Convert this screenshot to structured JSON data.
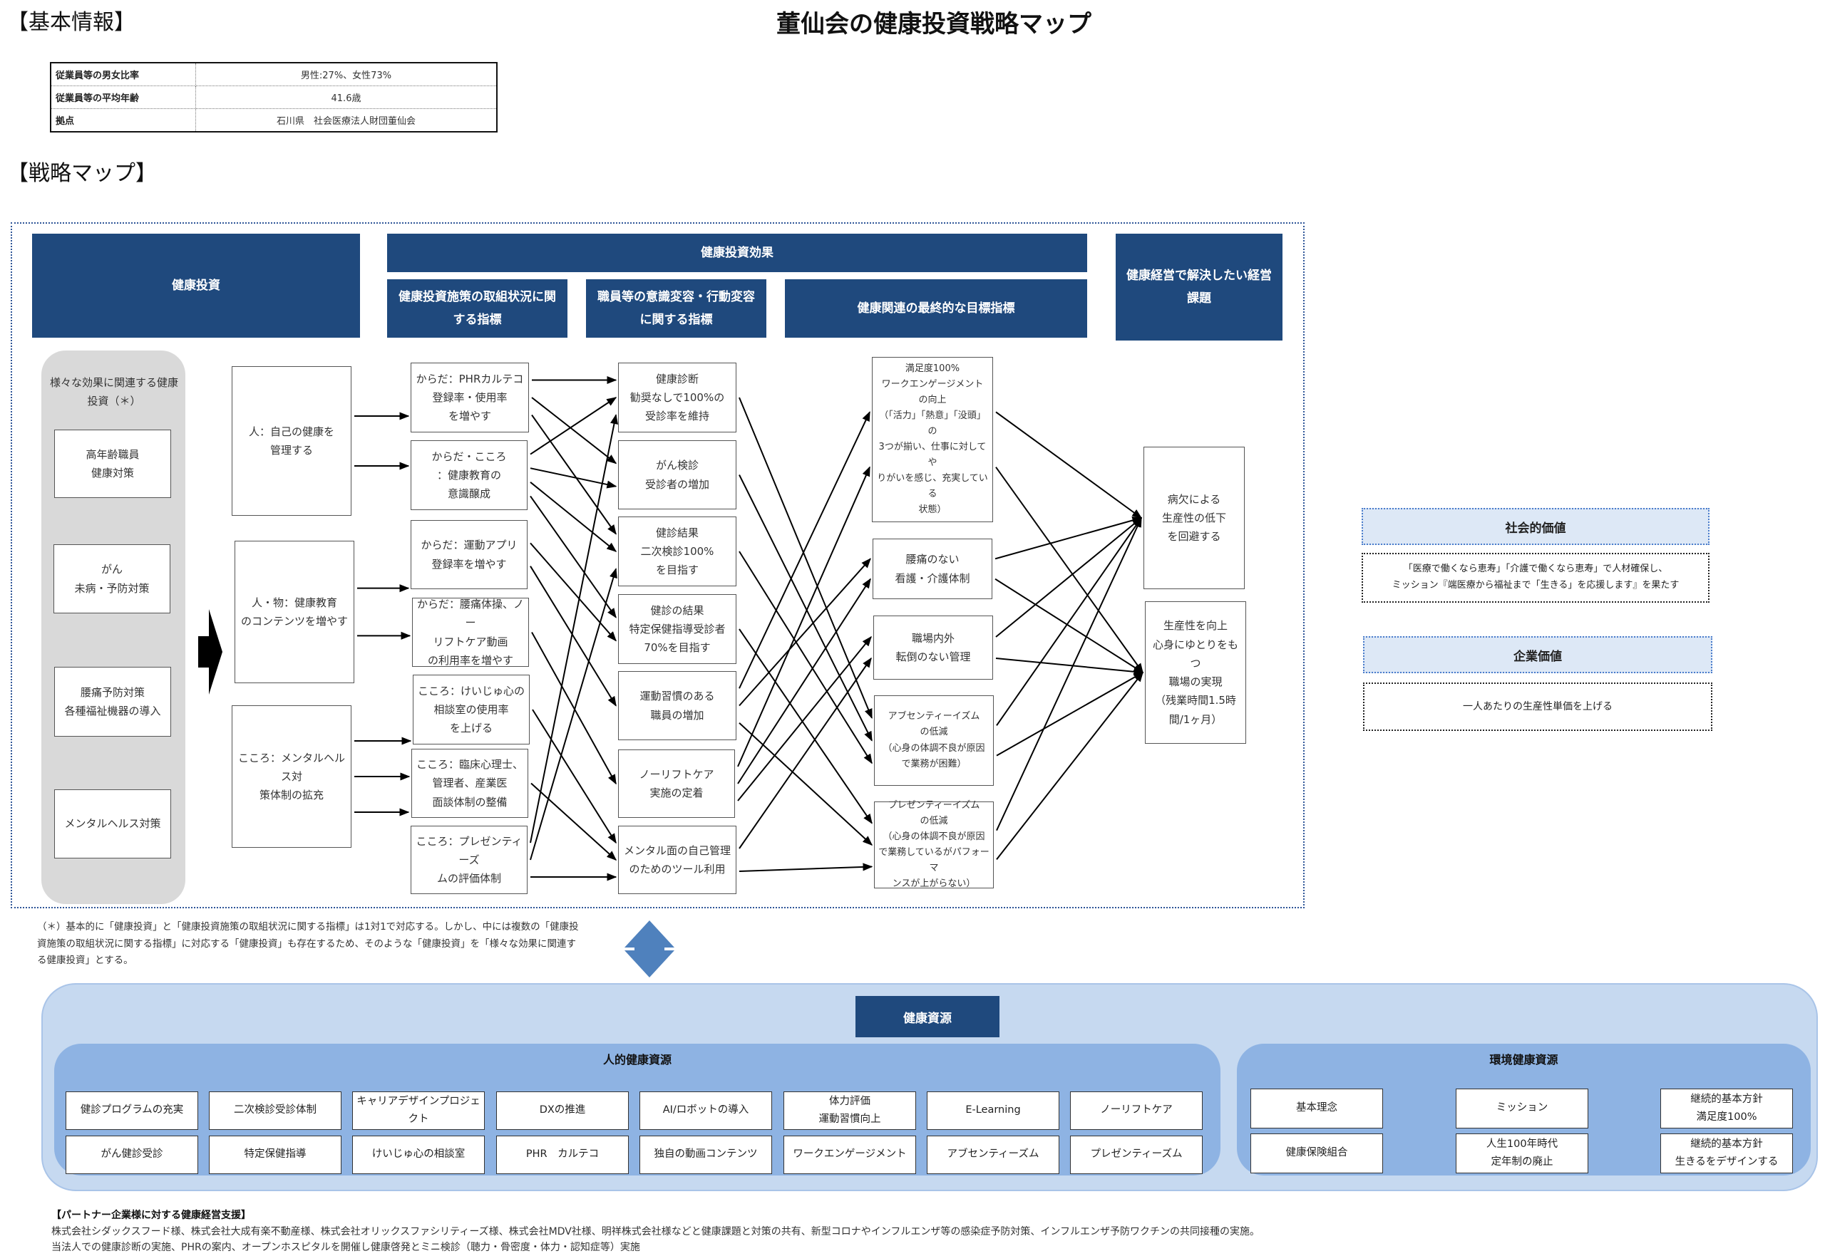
{
  "page": {
    "title": "董仙会の健康投資戦略マップ",
    "section_basic": "【基本情報】",
    "section_map": "【戦略マップ】"
  },
  "basic_info": {
    "rows": [
      {
        "label": "従業員等の男女比率",
        "value": "男性:27%、女性73%"
      },
      {
        "label": "従業員等の平均年齢",
        "value": "41.6歳"
      },
      {
        "label": "拠点",
        "value": "石川県　社会医療法人財団董仙会"
      }
    ]
  },
  "headers": {
    "investment": "健康投資",
    "effect": "健康投資効果",
    "measure_indicators": "健康投資施策の取組状況に関する指標",
    "behavior_indicators": "職員等の意識変容・行動変容に関する指標",
    "final_indicators": "健康関連の最終的な目標指標",
    "management_issues": "健康経営で解決したい経営課題"
  },
  "various_investments": {
    "title": "様々な効果に関連する健康投資（＊）",
    "items": [
      "高年齢職員\n健康対策",
      "がん\n未病・予防対策",
      "腰痛予防対策\n各種福祉機器の導入",
      "メンタルヘルス対策"
    ]
  },
  "investments": [
    {
      "id": "i1",
      "text": "人：自己の健康を\n管理する"
    },
    {
      "id": "i2",
      "text": "人・物：健康教育\nのコンテンツを増やす"
    },
    {
      "id": "i3",
      "text": "こころ：メンタルヘルス対\n策体制の拡充"
    }
  ],
  "measure_indicators": [
    {
      "id": "m1",
      "text": "からだ：PHRカルテコ\n登録率・使用率\nを増やす"
    },
    {
      "id": "m2",
      "text": "からだ・こころ\n：健康教育の\n意識醸成"
    },
    {
      "id": "m3",
      "text": "からだ：運動アプリ\n登録率を増やす"
    },
    {
      "id": "m4",
      "text": "からだ：腰痛体操、ノー\nリフトケア動画\nの利用率を増やす"
    },
    {
      "id": "m5",
      "text": "こころ：けいじゅ心の\n相談室の使用率\nを上げる"
    },
    {
      "id": "m6",
      "text": "こころ：臨床心理士、\n管理者、産業医\n面談体制の整備"
    },
    {
      "id": "m7",
      "text": "こころ：プレゼンティーズ\nムの評価体制"
    }
  ],
  "behavior_indicators": [
    {
      "id": "b1",
      "text": "健康診断\n勧奨なしで100%の\n受診率を維持"
    },
    {
      "id": "b2",
      "text": "がん検診\n受診者の増加"
    },
    {
      "id": "b3",
      "text": "健診結果\n二次検診100%\nを目指す"
    },
    {
      "id": "b4",
      "text": "健診の結果\n特定保健指導受診者\n70%を目指す"
    },
    {
      "id": "b5",
      "text": "運動習慣のある\n職員の増加"
    },
    {
      "id": "b6",
      "text": "ノーリフトケア\n実施の定着"
    },
    {
      "id": "b7",
      "text": "メンタル面の自己管理\nのためのツール利用"
    }
  ],
  "final_indicators": [
    {
      "id": "f1",
      "text": "満足度100%\nワークエンゲージメント\nの向上\n（「活力」「熱意」「没頭」の\n3つが揃い、仕事に対してや\nりがいを感じ、充実している\n状態）"
    },
    {
      "id": "f2",
      "text": "腰痛のない\n看護・介護体制"
    },
    {
      "id": "f3",
      "text": "職場内外\n転倒のない管理"
    },
    {
      "id": "f4",
      "text": "アブセンティーイズム\nの低減\n（心身の体調不良が原因\nで業務が困難）"
    },
    {
      "id": "f5",
      "text": "プレゼンティーイズム\nの低減\n（心身の体調不良が原因\nで業務しているがパフォーマ\nンスが上がらない）"
    }
  ],
  "management_issues": [
    {
      "id": "g1",
      "text": "病欠による\n生産性の低下\nを回避する"
    },
    {
      "id": "g2",
      "text": "生産性を向上\n心身にゆとりをもつ\n職場の実現\n（残業時間1.5時\n間/1ヶ月）"
    }
  ],
  "connections": [
    [
      "i1",
      "m1"
    ],
    [
      "i1",
      "m2"
    ],
    [
      "i2",
      "m3"
    ],
    [
      "i2",
      "m4"
    ],
    [
      "i3",
      "m5"
    ],
    [
      "i3",
      "m6"
    ],
    [
      "i3",
      "m7"
    ],
    [
      "m1",
      "b1"
    ],
    [
      "m1",
      "b2"
    ],
    [
      "m1",
      "b3"
    ],
    [
      "m2",
      "b1"
    ],
    [
      "m2",
      "b2"
    ],
    [
      "m2",
      "b3"
    ],
    [
      "m2",
      "b4"
    ],
    [
      "m3",
      "b4"
    ],
    [
      "m3",
      "b5"
    ],
    [
      "m4",
      "b6"
    ],
    [
      "m5",
      "b7"
    ],
    [
      "m6",
      "b7"
    ],
    [
      "m7",
      "b1"
    ],
    [
      "m7",
      "b3"
    ],
    [
      "m7",
      "b7"
    ],
    [
      "b1",
      "f4"
    ],
    [
      "b2",
      "f4"
    ],
    [
      "b3",
      "f4"
    ],
    [
      "b4",
      "f5"
    ],
    [
      "b5",
      "f1"
    ],
    [
      "b5",
      "f2"
    ],
    [
      "b5",
      "f5"
    ],
    [
      "b6",
      "f1"
    ],
    [
      "b6",
      "f2"
    ],
    [
      "b6",
      "f3"
    ],
    [
      "b7",
      "f3"
    ],
    [
      "b7",
      "f5"
    ],
    [
      "f1",
      "g1"
    ],
    [
      "f1",
      "g2"
    ],
    [
      "f2",
      "g1"
    ],
    [
      "f2",
      "g2"
    ],
    [
      "f3",
      "g1"
    ],
    [
      "f3",
      "g2"
    ],
    [
      "f4",
      "g1"
    ],
    [
      "f4",
      "g2"
    ],
    [
      "f5",
      "g1"
    ],
    [
      "f5",
      "g2"
    ]
  ],
  "values": {
    "social": {
      "title": "社会的価値",
      "text": "「医療で働くなら恵寿」「介護で働くなら恵寿」で人材確保し、\nミッション『端医療から福祉まで「生きる」を応援します』を果たす"
    },
    "corporate": {
      "title": "企業価値",
      "text": "一人あたりの生産性単価を上げる"
    }
  },
  "footnote": "（＊）基本的に「健康投資」と「健康投資施策の取組状況に関する指標」は1対1で対応する。しかし、中には複数の「健康投資施策の取組状況に関する指標」に対応する「健康投資」も存在するため、そのような「健康投資」を「様々な効果に関連する健康投資」とする。",
  "resources": {
    "title": "健康資源",
    "human": {
      "title": "人的健康資源",
      "row1": [
        "健診プログラムの充実",
        "二次検診受診体制",
        "キャリアデザインプロジェクト",
        "DXの推進",
        "AI/ロボットの導入",
        "体力評価\n運動習慣向上",
        "E-Learning",
        "ノーリフトケア"
      ],
      "row2": [
        "がん健診受診",
        "特定保健指導",
        "けいじゅ心の相談室",
        "PHR　カルテコ",
        "独自の動画コンテンツ",
        "ワークエンゲージメント",
        "アブセンティーズム",
        "プレゼンティーズム"
      ]
    },
    "environment": {
      "title": "環境健康資源",
      "row1": [
        "基本理念",
        "ミッション",
        "継続的基本方針\n満足度100%"
      ],
      "row2": [
        "健康保険組合",
        "人生100年時代\n定年制の廃止",
        "継続的基本方針\n生きるをデザインする"
      ]
    }
  },
  "partner": {
    "title": "【パートナー企業様に対する健康経営支援】",
    "line1": "株式会社シダックスフード様、株式会社大成有楽不動産様、株式会社オリックスファシリティーズ様、株式会社MDV社様、明祥株式会社様などと健康課題と対策の共有、新型コロナやインフルエンザ等の感染症予防対策、インフルエンザ予防ワクチンの共同接種の実施。",
    "line2": "当法人での健康診断の実施、PHRの案内、オープンホスピタルを開催し健康啓発とミニ検診（聴力・骨密度・体力・認知症等）実施"
  },
  "colors": {
    "header_navy": "#1f497d",
    "resource_light": "#c6d9f0",
    "resource_mid": "#8eb3e3",
    "value_header": "#dde8f6",
    "arrow_diamond": "#4f81bd"
  }
}
